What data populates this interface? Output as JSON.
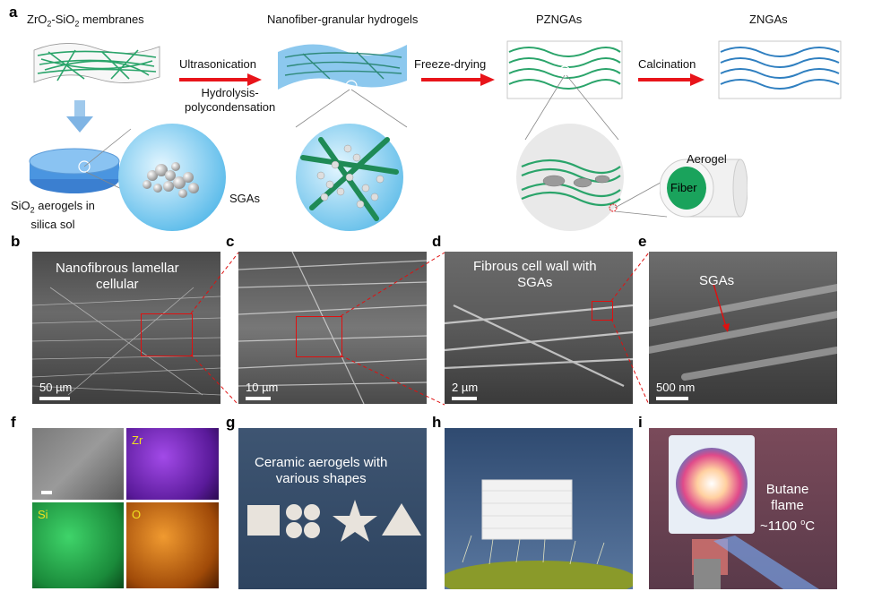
{
  "panel_letters": [
    "a",
    "b",
    "c",
    "d",
    "e",
    "f",
    "g",
    "h",
    "i"
  ],
  "schematic": {
    "stage1_title": "ZrO",
    "stage1_title_sub": "2",
    "stage1_title_mid": "-SiO",
    "stage1_title_sub2": "2",
    "stage1_title_end": " membranes",
    "stage2_title": "Nanofiber-granular hydrogels",
    "stage3_title": "PZNGAs",
    "stage4_title": "ZNGAs",
    "arrow1_top": "Ultrasonication",
    "arrow1_bottom_line1": "Hydrolysis-",
    "arrow1_bottom_line2": "polycondensation",
    "arrow2_label": "Freeze-drying",
    "arrow3_label": "Calcination",
    "sio2_line1_a": "SiO",
    "sio2_line1_sub": "2",
    "sio2_line1_b": " aerogels in",
    "sio2_line2": "silica sol",
    "sgas_label": "SGAs",
    "aerogel_label": "Aerogel",
    "fiber_label": "Fiber"
  },
  "sem": {
    "b_text_line1": "Nanofibrous lamellar",
    "b_text_line2": "cellular",
    "b_scale": "50 µm",
    "c_scale": "10 µm",
    "d_text_line1": "Fibrous cell wall with",
    "d_text_line2": "SGAs",
    "d_scale": "2 µm",
    "e_text": "SGAs",
    "e_scale": "500 nm"
  },
  "eds": {
    "zr": "Zr",
    "si": "Si",
    "o": "O"
  },
  "photos": {
    "g_line1": "Ceramic aerogels with",
    "g_line2": "various shapes",
    "i_line1": "Butane",
    "i_line2": "flame",
    "i_line3": "~1100 ",
    "i_sup": "o",
    "i_unit": "C"
  },
  "colors": {
    "arrow_red": "#e8141a",
    "fiber_green": "#2aa46a",
    "fiber_blue": "#2f7fc0",
    "hydrogel_blue": "#8cc8ee",
    "zr_purple": "#8a2be2",
    "si_green": "#1fae4a",
    "o_orange": "#e07a10"
  }
}
